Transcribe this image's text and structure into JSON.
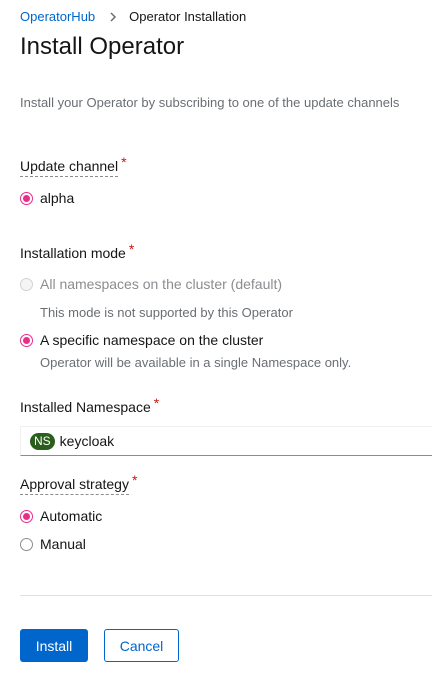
{
  "breadcrumb": {
    "parent": "OperatorHub",
    "current": "Operator Installation"
  },
  "page": {
    "title": "Install Operator",
    "description": "Install your Operator by subscribing to one of the update channels"
  },
  "update_channel": {
    "label": "Update channel",
    "required_mark": "*",
    "options": [
      {
        "label": "alpha",
        "checked": true
      }
    ]
  },
  "installation_mode": {
    "label": "Installation mode",
    "required_mark": "*",
    "options": [
      {
        "label": "All namespaces on the cluster (default)",
        "checked": false,
        "disabled": true,
        "helper": "This mode is not supported by this Operator"
      },
      {
        "label": "A specific namespace on the cluster",
        "checked": true,
        "disabled": false,
        "helper": "Operator will be available in a single Namespace only."
      }
    ]
  },
  "installed_namespace": {
    "label": "Installed Namespace",
    "required_mark": "*",
    "badge": "NS",
    "value": "keycloak"
  },
  "approval_strategy": {
    "label": "Approval strategy",
    "required_mark": "*",
    "options": [
      {
        "label": "Automatic",
        "checked": true
      },
      {
        "label": "Manual",
        "checked": false
      }
    ]
  },
  "actions": {
    "install_label": "Install",
    "cancel_label": "Cancel"
  },
  "colors": {
    "link": "#0066cc",
    "radio_checked": "#e62e8a",
    "required": "#c9190b",
    "ns_badge": "#2b5e1c"
  }
}
